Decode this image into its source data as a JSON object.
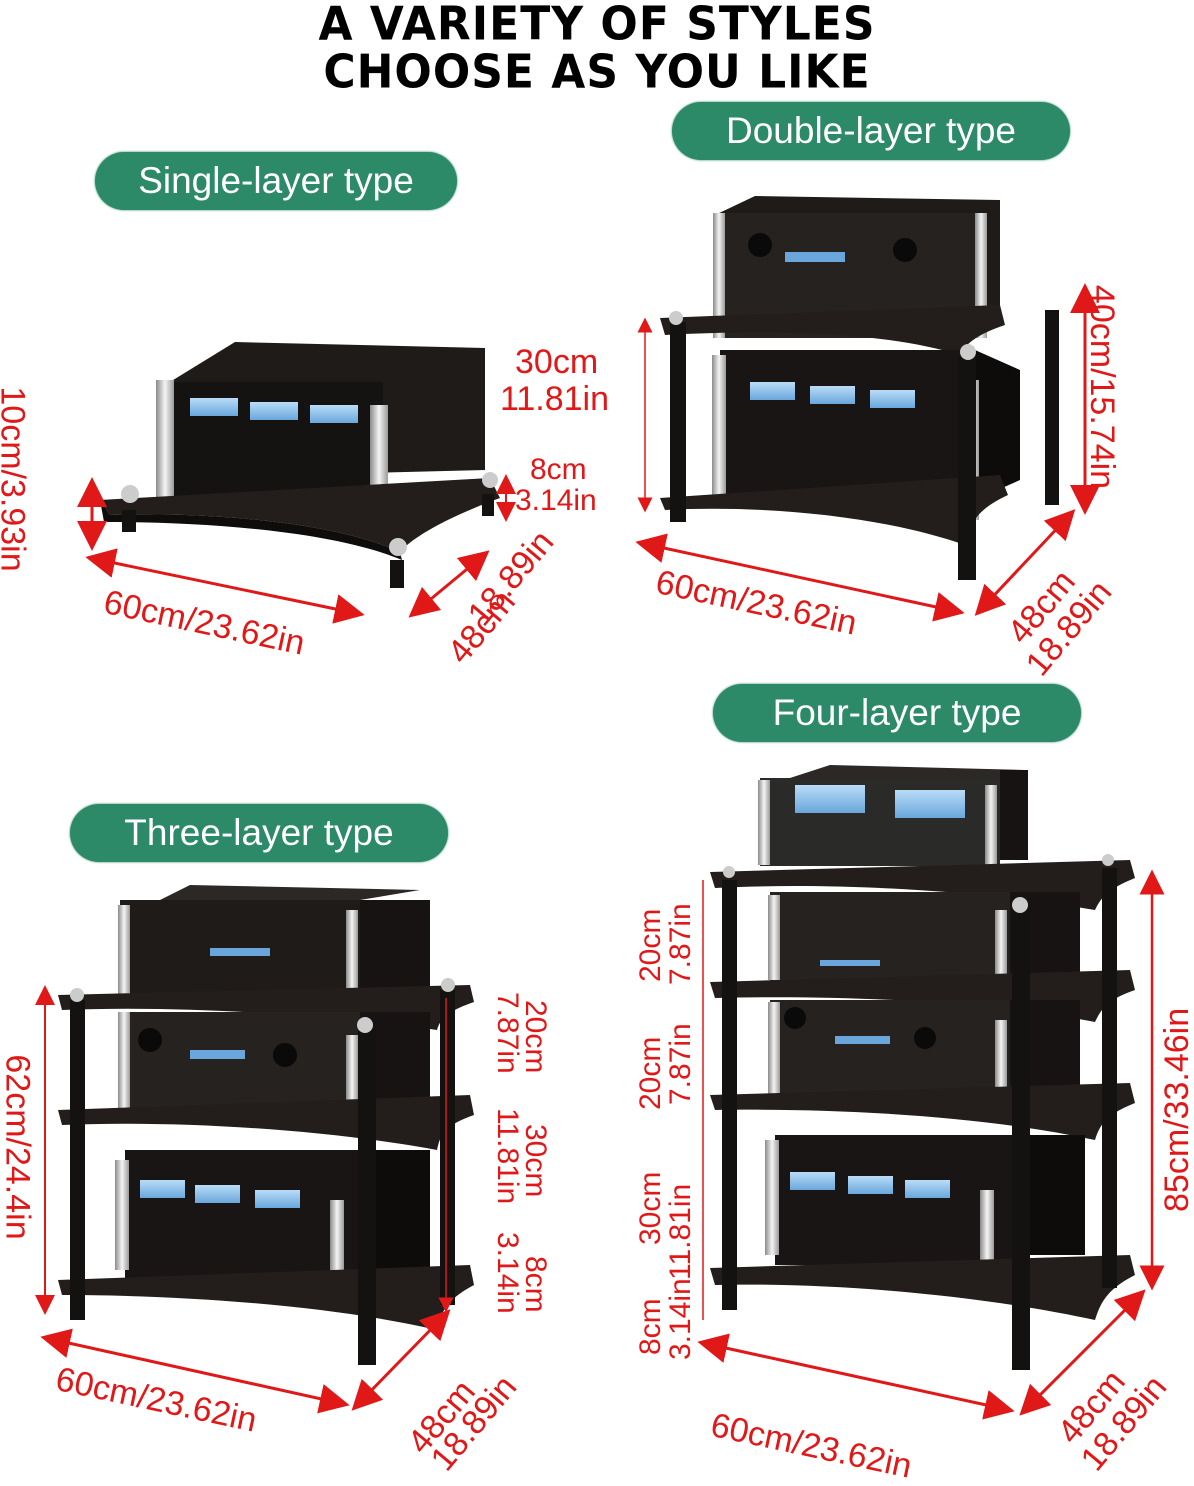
{
  "headline": {
    "line1": "A VARIETY OF STYLES",
    "line2": "CHOOSE AS YOU LIKE"
  },
  "colors": {
    "badge": "#2d8a68",
    "dimension": "#e01818",
    "shelf": "#1c1816",
    "meter": "#8fc3ee"
  },
  "variants": {
    "single": {
      "label": "Single-layer type",
      "height": "10cm/3.93in",
      "foot_cm": "8cm",
      "foot_in": "3.14in",
      "width": "60cm/23.62in",
      "depth_cm": "48cm",
      "depth_in": "18.89in"
    },
    "double": {
      "label": "Double-layer type",
      "gap_cm": "30cm",
      "gap_in": "11.81in",
      "foot_cm": "8cm",
      "foot_in": "3.14in",
      "height": "40cm/15.74in",
      "width": "60cm/23.62in",
      "depth_cm": "48cm",
      "depth_in": "18.89in"
    },
    "three": {
      "label": "Three-layer type",
      "height": "62cm/24.4in",
      "gap1_cm": "20cm",
      "gap1_in": "7.87in",
      "gap2_cm": "30cm",
      "gap2_in": "11.81in",
      "foot_cm": "8cm",
      "foot_in": "3.14in",
      "width": "60cm/23.62in",
      "depth_cm": "48cm",
      "depth_in": "18.89in"
    },
    "four": {
      "label": "Four-layer type",
      "gap1_cm": "20cm",
      "gap1_in": "7.87in",
      "gap2_cm": "20cm",
      "gap2_in": "7.87in",
      "gap3_cm": "30cm",
      "gap3_in": "11.81in",
      "foot_cm": "8cm",
      "foot_in": "3.14in",
      "height": "85cm/33.46in",
      "width": "60cm/23.62in",
      "depth_cm": "48cm",
      "depth_in": "18.89in"
    }
  }
}
